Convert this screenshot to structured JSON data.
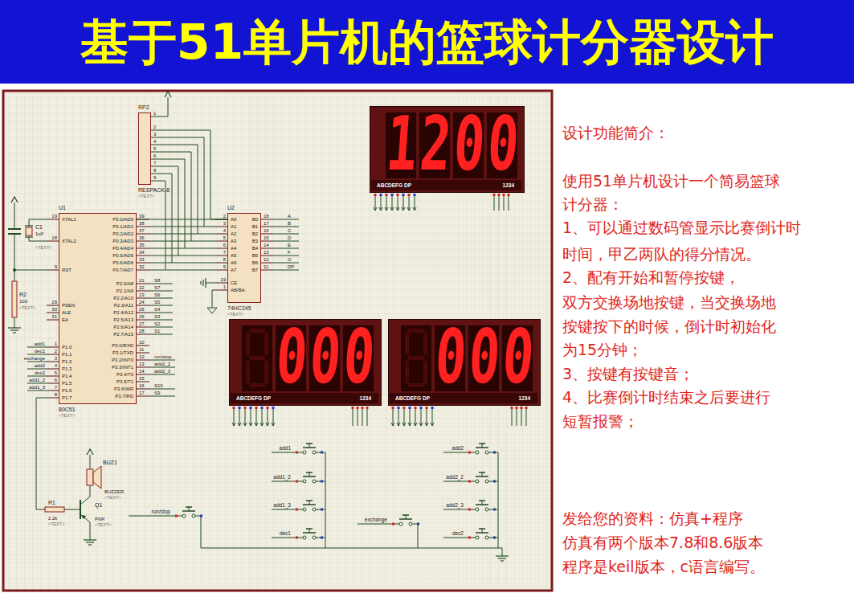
{
  "diagram": {
    "title": "基于51单片机的篮球计分器设计",
    "nodes": [
      {
        "text": [
          "RP2",
          "RESPACK-8",
          "<TEXT>"
        ]
      },
      {
        "text": [
          "1200",
          "ABCDEFG DP",
          "1234"
        ]
      },
      {
        "text": [
          "U1",
          "80C51",
          "<TEXT>"
        ]
      },
      {
        "text": [
          "U2",
          "74HC245",
          "<TEXT>"
        ]
      },
      {
        "text": [
          "000",
          "ABCDEFG DP",
          "1234"
        ]
      },
      {
        "text": [
          "000",
          "ABCDEFG DP",
          "1234"
        ]
      }
    ],
    "edges": [
      {
        "from": 2,
        "to": 3,
        "arrow": "none"
      },
      {
        "from": 0,
        "to": 3,
        "arrow": "none"
      }
    ],
    "labels": [
      "XTAL1",
      "XTAL2",
      "RST",
      "PSEN",
      "ALE",
      "EA",
      "P1.0",
      "P1.1",
      "P1.2",
      "P1.3",
      "P1.4",
      "P1.5",
      "P1.6",
      "P1.7",
      "19",
      "18",
      "9",
      "29",
      "30",
      "31",
      "1",
      "2",
      "3",
      "4",
      "5",
      "6",
      "7",
      "8",
      "P0.0/AD0",
      "P0.1/AD1",
      "P0.2/AD2",
      "P0.3/AD3",
      "P0.4/AD4",
      "P0.5/AD5",
      "P0.6/AD6",
      "P0.7/AD7",
      "P2.0/A8",
      "P2.1/A9",
      "P2.2/A10",
      "P2.3/A11",
      "P2.4/A12",
      "P2.5/A13",
      "P2.6/A14",
      "P2.7/A15",
      "P3.0/RXD",
      "P3.1/TXD",
      "P3.2/INT0",
      "P3.3/INT1",
      "P3.4/T0",
      "P3.5/T1",
      "P3.6/WR",
      "P3.7/RD",
      "39",
      "38",
      "37",
      "36",
      "35",
      "34",
      "33",
      "32",
      "21",
      "22",
      "23",
      "24",
      "25",
      "26",
      "27",
      "28",
      "10",
      "11",
      "12",
      "13",
      "14",
      "15",
      "16",
      "17",
      "S8",
      "S7",
      "S6",
      "S5",
      "S4",
      "S3",
      "S2",
      "S1",
      "run/stop",
      "add2_2",
      "add2_3",
      "S10",
      "S9",
      "add1",
      "dec1",
      "exchange",
      "add2",
      "dec2",
      "add1_2",
      "add1_3",
      "A0",
      "A1",
      "A2",
      "A3",
      "A4",
      "A5",
      "A6",
      "A7",
      "B0",
      "B1",
      "B2",
      "B3",
      "B4",
      "B5",
      "B6",
      "B7",
      "CE",
      "AB/BA",
      "2",
      "3",
      "4",
      "5",
      "6",
      "7",
      "8",
      "9",
      "18",
      "17",
      "16",
      "15",
      "14",
      "13",
      "12",
      "11",
      "19",
      "1",
      "A",
      "B",
      "C",
      "D",
      "E",
      "F",
      "G",
      "DP",
      "1",
      "2",
      "3",
      "4",
      "5",
      "6",
      "7",
      "8",
      "9",
      "C1",
      "1uF",
      "<TEXT>",
      "R2",
      "100",
      "<TEXT>",
      "BUZ1",
      "BUZZER",
      "<TEXT>",
      "Q1",
      "PNP",
      "<TEXT>",
      "R1",
      "2.2k",
      "<TEXT>",
      "add1",
      "add1_2",
      "add1_3",
      "dec1",
      "add2",
      "add2_2",
      "add2_3",
      "dec2",
      "run/stop",
      "exchange",
      "设计功能简介：",
      "使用51单片机设计一个简易篮球",
      "计分器：",
      "1、可以通过数码管显示比赛倒计时",
      "时间，甲乙两队的得分情况。",
      "2、配有开始和暂停按键，",
      "双方交换场地按键，当交换场地",
      "按键按下的时候，倒计时初始化",
      "为15分钟；",
      "3、按键有按键音；",
      "4、比赛倒计时结束之后要进行",
      "短暂报警；",
      "发给您的资料：仿真+程序",
      "仿真有两个版本7.8和8.6版本",
      "程序是keil版本，c语言编写。"
    ]
  }
}
